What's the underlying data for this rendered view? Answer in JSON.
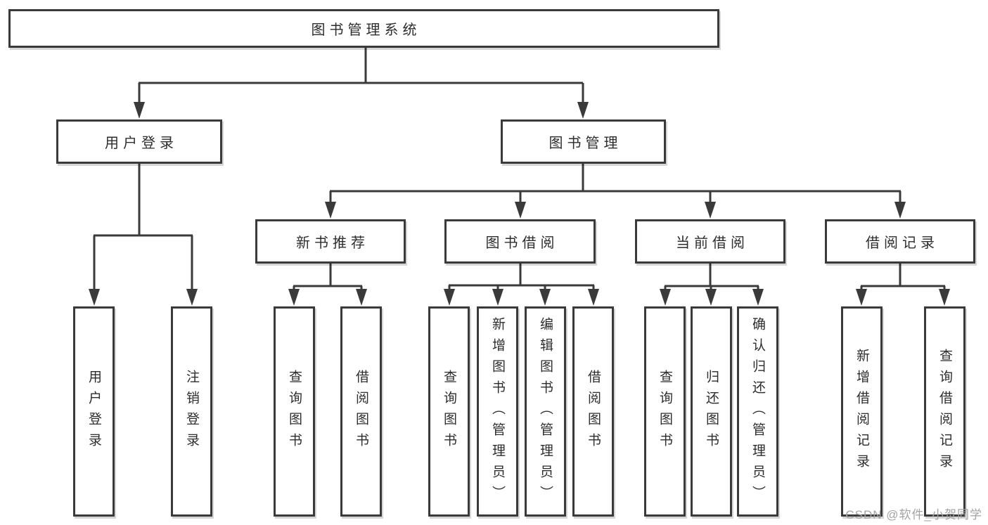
{
  "diagram": {
    "type": "hierarchy-structure-chart",
    "root": {
      "label": "图书管理系统"
    },
    "level2": [
      {
        "label": "用户登录",
        "parent": "图书管理系统"
      },
      {
        "label": "图书管理",
        "parent": "图书管理系统"
      }
    ],
    "level3": [
      {
        "label": "新书推荐",
        "parent": "图书管理"
      },
      {
        "label": "图书借阅",
        "parent": "图书管理"
      },
      {
        "label": "当前借阅",
        "parent": "图书管理"
      },
      {
        "label": "借阅记录",
        "parent": "图书管理"
      }
    ],
    "leaves": [
      {
        "label": "用户登录",
        "parent": "用户登录"
      },
      {
        "label": "注销登录",
        "parent": "用户登录"
      },
      {
        "label": "查询图书",
        "parent": "新书推荐"
      },
      {
        "label": "借阅图书",
        "parent": "新书推荐"
      },
      {
        "label": "查询图书",
        "parent": "图书借阅"
      },
      {
        "label": "新增图书（管理员）",
        "parent": "图书借阅"
      },
      {
        "label": "编辑图书（管理员）",
        "parent": "图书借阅"
      },
      {
        "label": "借阅图书",
        "parent": "图书借阅"
      },
      {
        "label": "查询图书",
        "parent": "当前借阅"
      },
      {
        "label": "归还图书",
        "parent": "当前借阅"
      },
      {
        "label": "确认归还（管理员）",
        "parent": "当前借阅"
      },
      {
        "label": "新增借阅记录",
        "parent": "借阅记录"
      },
      {
        "label": "查询借阅记录",
        "parent": "借阅记录"
      }
    ]
  },
  "watermark": "CSDN @软件_小贺同学",
  "colors": {
    "line": "#3a3a3a",
    "box_border": "#3a3a3a",
    "box_fill": "#ffffff",
    "text": "#2d2d2d",
    "watermark": "#a3a3a3",
    "background": "#ffffff"
  }
}
